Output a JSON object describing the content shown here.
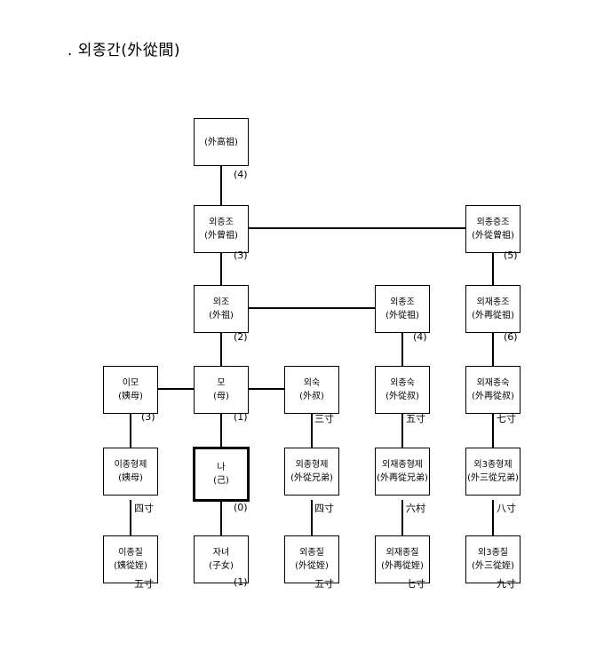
{
  "title": ". 외종간(外從間)",
  "nodes": {
    "wai_gojo": {
      "ko": "",
      "hanja": "(外高祖)"
    },
    "wai_jeungjo": {
      "ko": "외증조",
      "hanja": "(外曾祖)"
    },
    "wai_jong_jeungjo": {
      "ko": "외종증조",
      "hanja": "(外從曾祖)"
    },
    "wai_jo": {
      "ko": "외조",
      "hanja": "(外祖)"
    },
    "wai_jongjo": {
      "ko": "외종조",
      "hanja": "(外從祖)"
    },
    "wai_jaejongjo": {
      "ko": "외재종조",
      "hanja": "(外再從祖)"
    },
    "imo": {
      "ko": "이모",
      "hanja": "(姨母)"
    },
    "mo": {
      "ko": "모",
      "hanja": "(母)"
    },
    "wai_suk": {
      "ko": "외숙",
      "hanja": "(外叔)"
    },
    "wai_jongsuk": {
      "ko": "외종숙",
      "hanja": "(外從叔)"
    },
    "wai_jaejongsuk": {
      "ko": "외재종숙",
      "hanja": "(外再從叔)"
    },
    "ijong_hyeongje": {
      "ko": "이종형제",
      "hanja": "(姨母)"
    },
    "na": {
      "ko": "나",
      "hanja": "(己)"
    },
    "wai_jong_hyeongje": {
      "ko": "외종형제",
      "hanja": "(外從兄弟)"
    },
    "wai_jaejong_hyeongje": {
      "ko": "외재종형제",
      "hanja": "(外再從兄弟)"
    },
    "wai_samjong_hyeongje": {
      "ko": "외3종형제",
      "hanja": "(外三從兄弟)"
    },
    "ijongjil": {
      "ko": "이종질",
      "hanja": "(姨從姪)"
    },
    "janyeo": {
      "ko": "자녀",
      "hanja": "(子女)"
    },
    "wai_jongjil": {
      "ko": "외종질",
      "hanja": "(外從姪)"
    },
    "wai_jaejongjil": {
      "ko": "외재종질",
      "hanja": "(外再從姪)"
    },
    "wai_samjongjil": {
      "ko": "외3종질",
      "hanja": "(外三從姪)"
    }
  },
  "degrees": {
    "wai_gojo": "(4)",
    "wai_jeungjo": "(3)",
    "wai_jong_jeungjo": "(5)",
    "wai_jo": "(2)",
    "wai_jongjo": "(4)",
    "wai_jaejongjo": "(6)",
    "imo": "(3)",
    "mo": "(1)",
    "wai_suk": "三寸",
    "wai_jongsuk": "五寸",
    "wai_jaejongsuk": "七寸",
    "ijong_hyeongje": "四寸",
    "na": "(0)",
    "wai_jong_hyeongje": "四寸",
    "wai_jaejong_hyeongje": "六村",
    "wai_samjong_hyeongje": "八寸",
    "ijongjil": "五寸",
    "janyeo": "(1)",
    "wai_jongjil": "五寸",
    "wai_jaejongjil": "七寸",
    "wai_samjongjil": "九寸"
  }
}
